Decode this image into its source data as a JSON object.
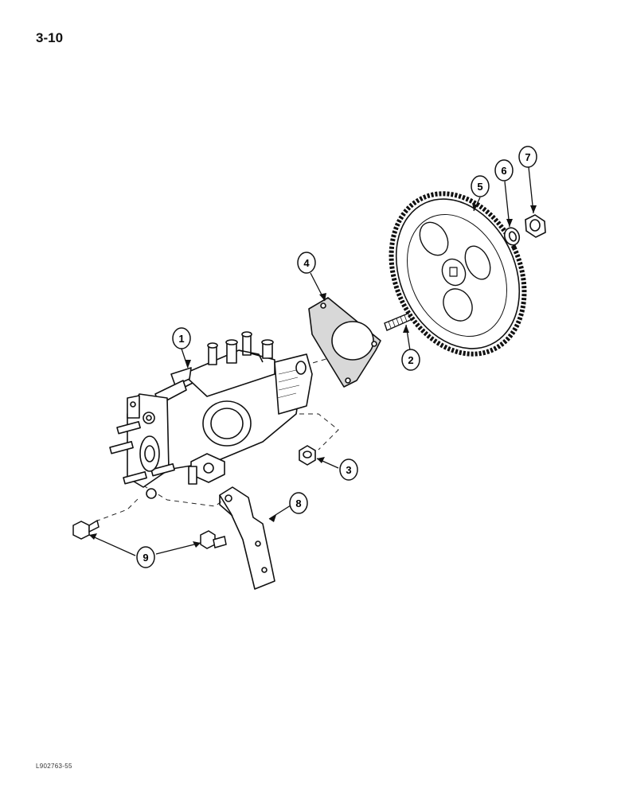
{
  "page": {
    "number": "3-10",
    "figure_code": "L902763-55"
  },
  "callouts": [
    {
      "id": "c1",
      "label": "1"
    },
    {
      "id": "c2",
      "label": "2"
    },
    {
      "id": "c3",
      "label": "3"
    },
    {
      "id": "c4",
      "label": "4"
    },
    {
      "id": "c5",
      "label": "5"
    },
    {
      "id": "c6",
      "label": "6"
    },
    {
      "id": "c7",
      "label": "7"
    },
    {
      "id": "c8",
      "label": "8"
    },
    {
      "id": "c9",
      "label": "9"
    }
  ],
  "parts": [
    {
      "name": "injection-pump",
      "icon": "pump-icon"
    },
    {
      "name": "stud",
      "icon": "stud-icon"
    },
    {
      "name": "nut",
      "icon": "nut-icon"
    },
    {
      "name": "gasket",
      "icon": "gasket-icon"
    },
    {
      "name": "gear",
      "icon": "gear-icon"
    },
    {
      "name": "washer",
      "icon": "washer-icon"
    },
    {
      "name": "gear-nut",
      "icon": "nut-icon"
    },
    {
      "name": "bracket",
      "icon": "bracket-icon"
    },
    {
      "name": "bolts",
      "icon": "bolt-icon"
    }
  ]
}
